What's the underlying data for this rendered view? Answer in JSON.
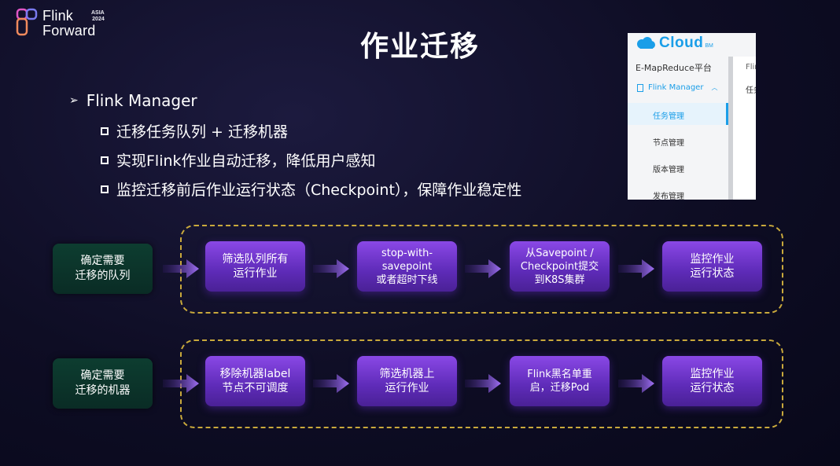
{
  "logo": {
    "text_line1": "Flink",
    "text_line2": "Forward",
    "badge_line1": "ASIA",
    "badge_line2": "2024"
  },
  "title": "作业迁移",
  "bullets": {
    "main": "Flink Manager",
    "subs": [
      "迁移任务队列 + 迁移机器",
      "实现Flink作业自动迁移，降低用户感知",
      "监控迁移前后作业运行状态（Checkpoint），保障作业稳定性"
    ]
  },
  "panel": {
    "brand": "Cloud",
    "brand_sub": "BM",
    "platform": "E-MapReduce平台",
    "manager": "Flink Manager",
    "items": [
      "任务管理",
      "节点管理",
      "版本管理",
      "发布管理"
    ],
    "active_item": "任务管理",
    "right_text_1": "Flin",
    "right_text_2": "任务"
  },
  "flows": {
    "row1": {
      "start_line1": "确定需要",
      "start_line2": "迁移的队列",
      "steps": [
        {
          "lines": [
            "筛选队列所有",
            "运行作业"
          ]
        },
        {
          "lines": [
            "stop-with-",
            "savepoint",
            "或者超时下线"
          ]
        },
        {
          "lines": [
            "从Savepoint /",
            "Checkpoint提交",
            "到K8S集群"
          ]
        },
        {
          "lines": [
            "监控作业",
            "运行状态"
          ]
        }
      ]
    },
    "row2": {
      "start_line1": "确定需要",
      "start_line2": "迁移的机器",
      "steps": [
        {
          "lines": [
            "移除机器label",
            "节点不可调度"
          ]
        },
        {
          "lines": [
            "筛选机器上",
            "运行作业"
          ]
        },
        {
          "lines": [
            "Flink黑名单重",
            "启，迁移Pod"
          ]
        },
        {
          "lines": [
            "监控作业",
            "运行状态"
          ]
        }
      ]
    }
  },
  "colors": {
    "accent_purple": "#7b3fe0",
    "dashed_gold": "#c9a93c",
    "start_green": "#0d3d30",
    "panel_blue": "#1a9ee8"
  }
}
